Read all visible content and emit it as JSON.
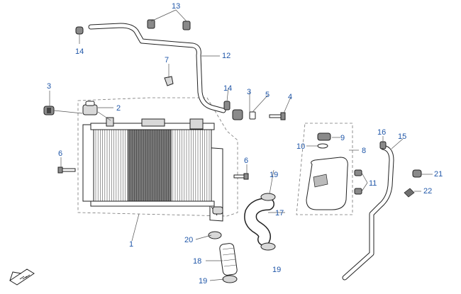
{
  "callouts": {
    "c1": "1",
    "c2": "2",
    "c3a": "3",
    "c3b": "3",
    "c4": "4",
    "c5": "5",
    "c6a": "6",
    "c6b": "6",
    "c7": "7",
    "c8": "8",
    "c9": "9",
    "c10": "10",
    "c11": "11",
    "c12": "12",
    "c13": "13",
    "c14a": "14",
    "c14b": "14",
    "c15": "15",
    "c16": "16",
    "c17": "17",
    "c18": "18",
    "c19a": "19",
    "c19b": "19",
    "c19c": "19",
    "c20": "20",
    "c21": "21",
    "c22": "22"
  },
  "colors": {
    "callout": "#1f56a8",
    "line": "#222222",
    "fin_dark": "#6f6f6f"
  }
}
